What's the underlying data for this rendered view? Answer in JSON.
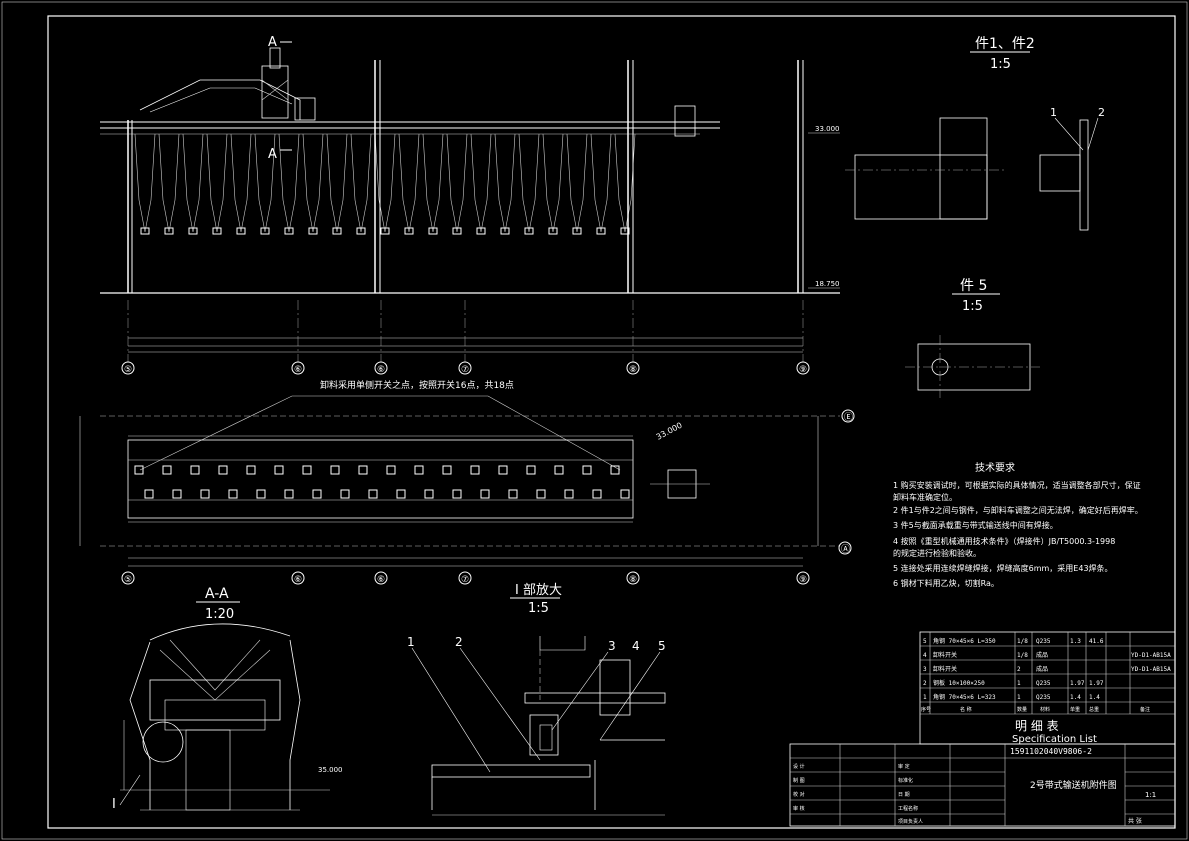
{
  "views": {
    "elevation": {
      "elev_top": "33.000",
      "elev_bottom": "18.750",
      "section_mark": "A"
    },
    "plan": {
      "note": "卸料采用单侧开关之点，按照开关16点，共18点",
      "elev_tag": "33.000"
    },
    "part_1_2": {
      "title": "件1、件2",
      "scale": "1:5",
      "callouts": [
        "1",
        "2"
      ]
    },
    "part_5": {
      "title": "件 5",
      "scale": "1:5"
    },
    "section_aa": {
      "title": "A-A",
      "scale": "1:20",
      "callout": "I",
      "elev": "35.000"
    },
    "detail_i": {
      "title": "I 部放大",
      "scale": "1:5",
      "callouts": [
        "1",
        "2",
        "3",
        "4",
        "5"
      ]
    }
  },
  "axis_labels": [
    "⑤",
    "⑥",
    "⑥",
    "⑦",
    "⑧",
    "⑨"
  ],
  "axis_labels_right": [
    "Ⓔ",
    "Ⓐ"
  ],
  "tech_requirements": {
    "title": "技术要求",
    "items": [
      "1 购买安装调试时，可根据实际的具体情况，适当调整各部尺寸，保证",
      "   卸料车准确定位。",
      "2 件1与件2之间与钢件，与卸料车调整之间无法焊，确定好后再焊牢。",
      "3 件5与截面承载重与带式输送线中间有焊接。",
      "4 按照《重型机械通用技术条件》（焊接件）JB/T5000.3-1998",
      "   的规定进行检验和验收。",
      "5 连接处采用连续焊缝焊接，焊缝高度6mm，采用E43焊条。",
      "6 钢材下料用乙炔，切割Ra。"
    ]
  },
  "spec_list": {
    "title_cn": "明 细 表",
    "title_en": "Specification List",
    "rows": [
      {
        "no": "5",
        "name": "角钢  70×45×6   L=350",
        "qty": "1/8",
        "mat": "Q235",
        "unit": "1.3",
        "total": "41.6",
        "remark": ""
      },
      {
        "no": "4",
        "name": "卸料开关",
        "qty": "1/8",
        "mat": "成品",
        "unit": "",
        "total": "",
        "remark": "YD-D1-AB15A"
      },
      {
        "no": "3",
        "name": "卸料开关",
        "qty": "2",
        "mat": "成品",
        "unit": "",
        "total": "",
        "remark": "YD-D1-AB15A"
      },
      {
        "no": "2",
        "name": "钢板  10×100×250",
        "qty": "1",
        "mat": "Q235",
        "unit": "1.97",
        "total": "1.97",
        "remark": ""
      },
      {
        "no": "1",
        "name": "角钢  70×45×6   L=323",
        "qty": "1",
        "mat": "Q235",
        "unit": "1.4",
        "total": "1.4",
        "remark": ""
      }
    ],
    "header": [
      "序号",
      "名 称",
      "数量",
      "材料",
      "单重",
      "总重",
      "备注"
    ],
    "assembly_code": "1591102040V9806-2"
  },
  "title_block": {
    "drawing_title": "2号带式输送机附件图",
    "scale_value": "1:1",
    "sheet_label": "共 张",
    "labels": [
      "设 计",
      "制 图",
      "校 对",
      "审 核",
      "审 定",
      "标准化",
      "日 期",
      "工程名称",
      "项目负责人"
    ]
  },
  "colors": {
    "background": "#000000",
    "lines": "#ffffff"
  }
}
